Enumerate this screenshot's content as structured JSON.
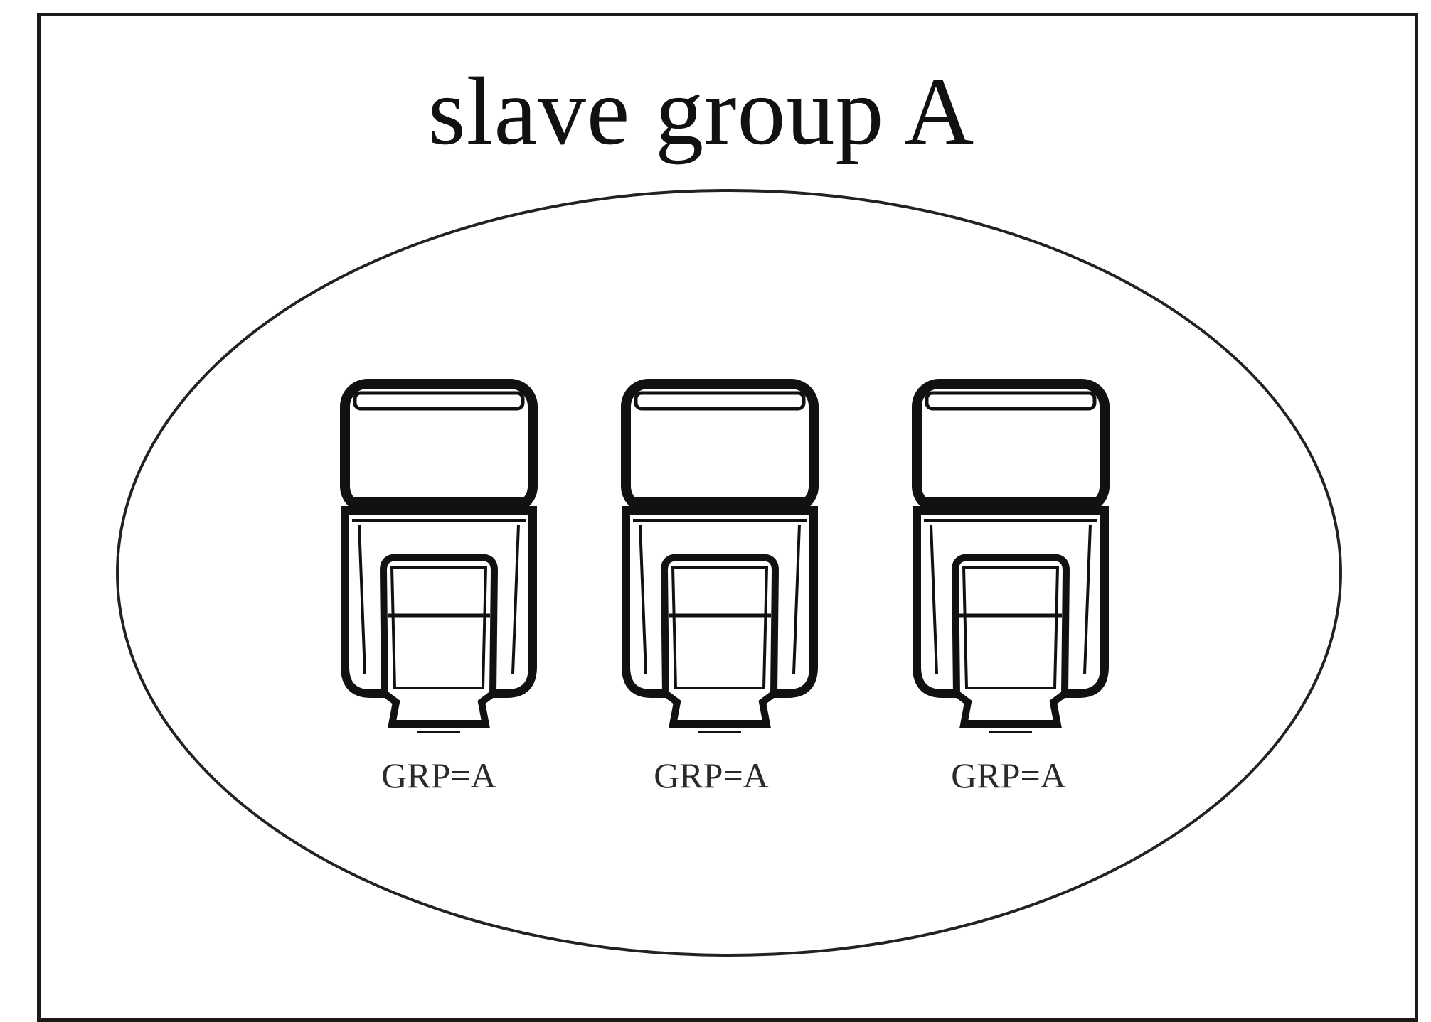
{
  "title": "slave group A",
  "flashes": [
    {
      "label": "GRP=A",
      "icon": "speedlite-flash-icon"
    },
    {
      "label": "GRP=A",
      "icon": "speedlite-flash-icon"
    },
    {
      "label": "GRP=A",
      "icon": "speedlite-flash-icon"
    }
  ],
  "colors": {
    "stroke": "#111111",
    "background": "#ffffff"
  }
}
